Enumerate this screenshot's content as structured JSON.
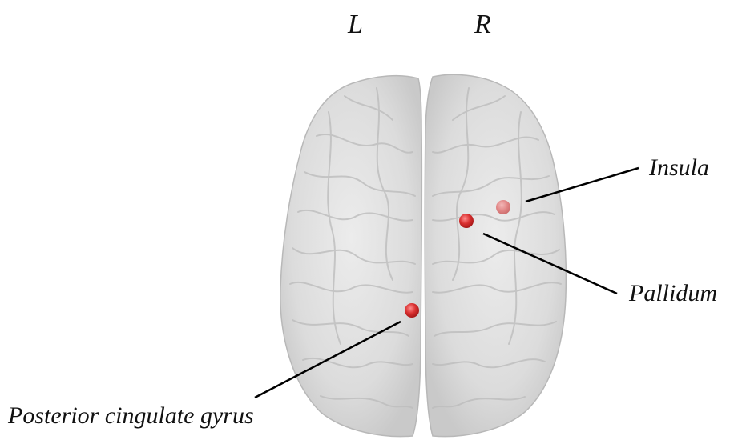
{
  "hemispheres": {
    "left": "L",
    "right": "R"
  },
  "regions": [
    {
      "label": "Insula",
      "marker_color": "#e07575"
    },
    {
      "label": "Pallidum",
      "marker_color": "#d93a3a"
    },
    {
      "label": "Posterior cingulate gyrus",
      "marker_color": "#d93030"
    }
  ],
  "colors": {
    "brain_fill": "#dcdcdc",
    "brain_outline": "#b8b8b8",
    "leader_line": "#000000"
  }
}
